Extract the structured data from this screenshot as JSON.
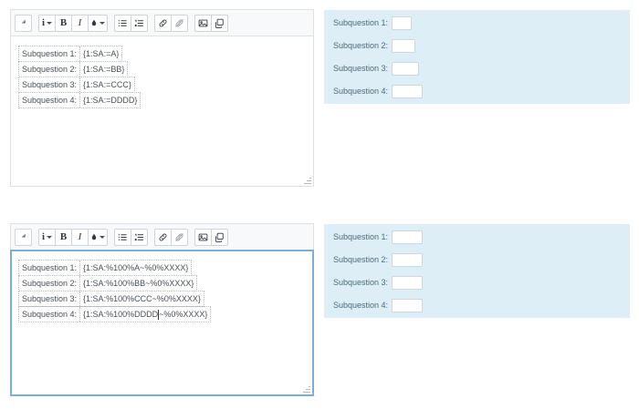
{
  "editors": [
    {
      "id": "editor-top",
      "focused": false,
      "toolbar": {
        "groups": [
          {
            "buttons": [
              {
                "name": "undo-icon",
                "label": "",
                "icon": "undo",
                "dropdown": false
              }
            ]
          },
          {
            "buttons": [
              {
                "name": "paragraph-style-icon",
                "label": "i",
                "icon": "info",
                "dropdown": true
              },
              {
                "name": "bold-icon",
                "label": "B",
                "icon": "bold",
                "dropdown": false
              },
              {
                "name": "italic-icon",
                "label": "I",
                "icon": "italic",
                "dropdown": false
              },
              {
                "name": "text-color-icon",
                "label": "",
                "icon": "droplet",
                "dropdown": true
              }
            ]
          },
          {
            "buttons": [
              {
                "name": "unordered-list-icon",
                "label": "",
                "icon": "ul",
                "dropdown": false
              },
              {
                "name": "ordered-list-icon",
                "label": "",
                "icon": "ol",
                "dropdown": false
              }
            ]
          },
          {
            "buttons": [
              {
                "name": "link-icon",
                "label": "",
                "icon": "link",
                "dropdown": false
              },
              {
                "name": "unlink-icon",
                "label": "",
                "icon": "unlink",
                "dropdown": false
              }
            ]
          },
          {
            "buttons": [
              {
                "name": "image-icon",
                "label": "",
                "icon": "image",
                "dropdown": false
              },
              {
                "name": "media-icon",
                "label": "",
                "icon": "media",
                "dropdown": false
              }
            ]
          }
        ]
      },
      "lines": [
        {
          "label": "Subquestion 1:",
          "code": "{1:SA:=A}",
          "caret_after": false
        },
        {
          "label": "Subquestion 2:",
          "code": "{1:SA:=BB}",
          "caret_after": false
        },
        {
          "label": "Subquestion 3:",
          "code": "{1:SA:=CCC}",
          "caret_after": false
        },
        {
          "label": "Subquestion 4:",
          "code": "{1:SA:=DDDD}",
          "caret_after": false
        }
      ]
    },
    {
      "id": "editor-bottom",
      "focused": true,
      "toolbar": {
        "groups": [
          {
            "buttons": [
              {
                "name": "undo-icon",
                "label": "",
                "icon": "undo",
                "dropdown": false
              }
            ]
          },
          {
            "buttons": [
              {
                "name": "paragraph-style-icon",
                "label": "i",
                "icon": "info",
                "dropdown": true
              },
              {
                "name": "bold-icon",
                "label": "B",
                "icon": "bold",
                "dropdown": false
              },
              {
                "name": "italic-icon",
                "label": "I",
                "icon": "italic",
                "dropdown": false
              },
              {
                "name": "text-color-icon",
                "label": "",
                "icon": "droplet",
                "dropdown": true
              }
            ]
          },
          {
            "buttons": [
              {
                "name": "unordered-list-icon",
                "label": "",
                "icon": "ul",
                "dropdown": false
              },
              {
                "name": "ordered-list-icon",
                "label": "",
                "icon": "ol",
                "dropdown": false
              }
            ]
          },
          {
            "buttons": [
              {
                "name": "link-icon",
                "label": "",
                "icon": "link",
                "dropdown": false
              },
              {
                "name": "unlink-icon",
                "label": "",
                "icon": "unlink",
                "dropdown": false
              }
            ]
          },
          {
            "buttons": [
              {
                "name": "image-icon",
                "label": "",
                "icon": "image",
                "dropdown": false
              },
              {
                "name": "media-icon",
                "label": "",
                "icon": "media",
                "dropdown": false
              }
            ]
          }
        ]
      },
      "lines": [
        {
          "label": "Subquestion 1:",
          "code": "{1:SA:%100%A~%0%XXXX}",
          "caret_after": false
        },
        {
          "label": "Subquestion 2:",
          "code": "{1:SA:%100%BB~%0%XXXX}",
          "caret_after": false
        },
        {
          "label": "Subquestion 3:",
          "code": "{1:SA:%100%CCC~%0%XXXX}",
          "caret_after": false
        },
        {
          "label": "Subquestion 4:",
          "code_before_caret": "{1:SA:%100%DDDD",
          "code": "~%0%XXXX}",
          "caret_after": true
        }
      ]
    }
  ],
  "previews": [
    {
      "id": "preview-top",
      "rows": [
        {
          "label": "Subquestion 1:",
          "value": "",
          "field_width": 22
        },
        {
          "label": "Subquestion 2:",
          "value": "",
          "field_width": 26
        },
        {
          "label": "Subquestion 3:",
          "value": "",
          "field_width": 30
        },
        {
          "label": "Subquestion 4:",
          "value": "",
          "field_width": 34
        }
      ]
    },
    {
      "id": "preview-bottom",
      "rows": [
        {
          "label": "Subquestion 1:",
          "value": "",
          "field_width": 34
        },
        {
          "label": "Subquestion 2:",
          "value": "",
          "field_width": 34
        },
        {
          "label": "Subquestion 3:",
          "value": "",
          "field_width": 34
        },
        {
          "label": "Subquestion 4:",
          "value": "",
          "field_width": 34
        }
      ]
    }
  ],
  "colors": {
    "preview_background": "#ddeef6",
    "preview_label_text": "#4d6b7a",
    "editor_border": "#dee2e6",
    "editor_focus_border": "#7aaedc",
    "toolbar_background": "#f8f9fa",
    "code_text": "#495057"
  }
}
